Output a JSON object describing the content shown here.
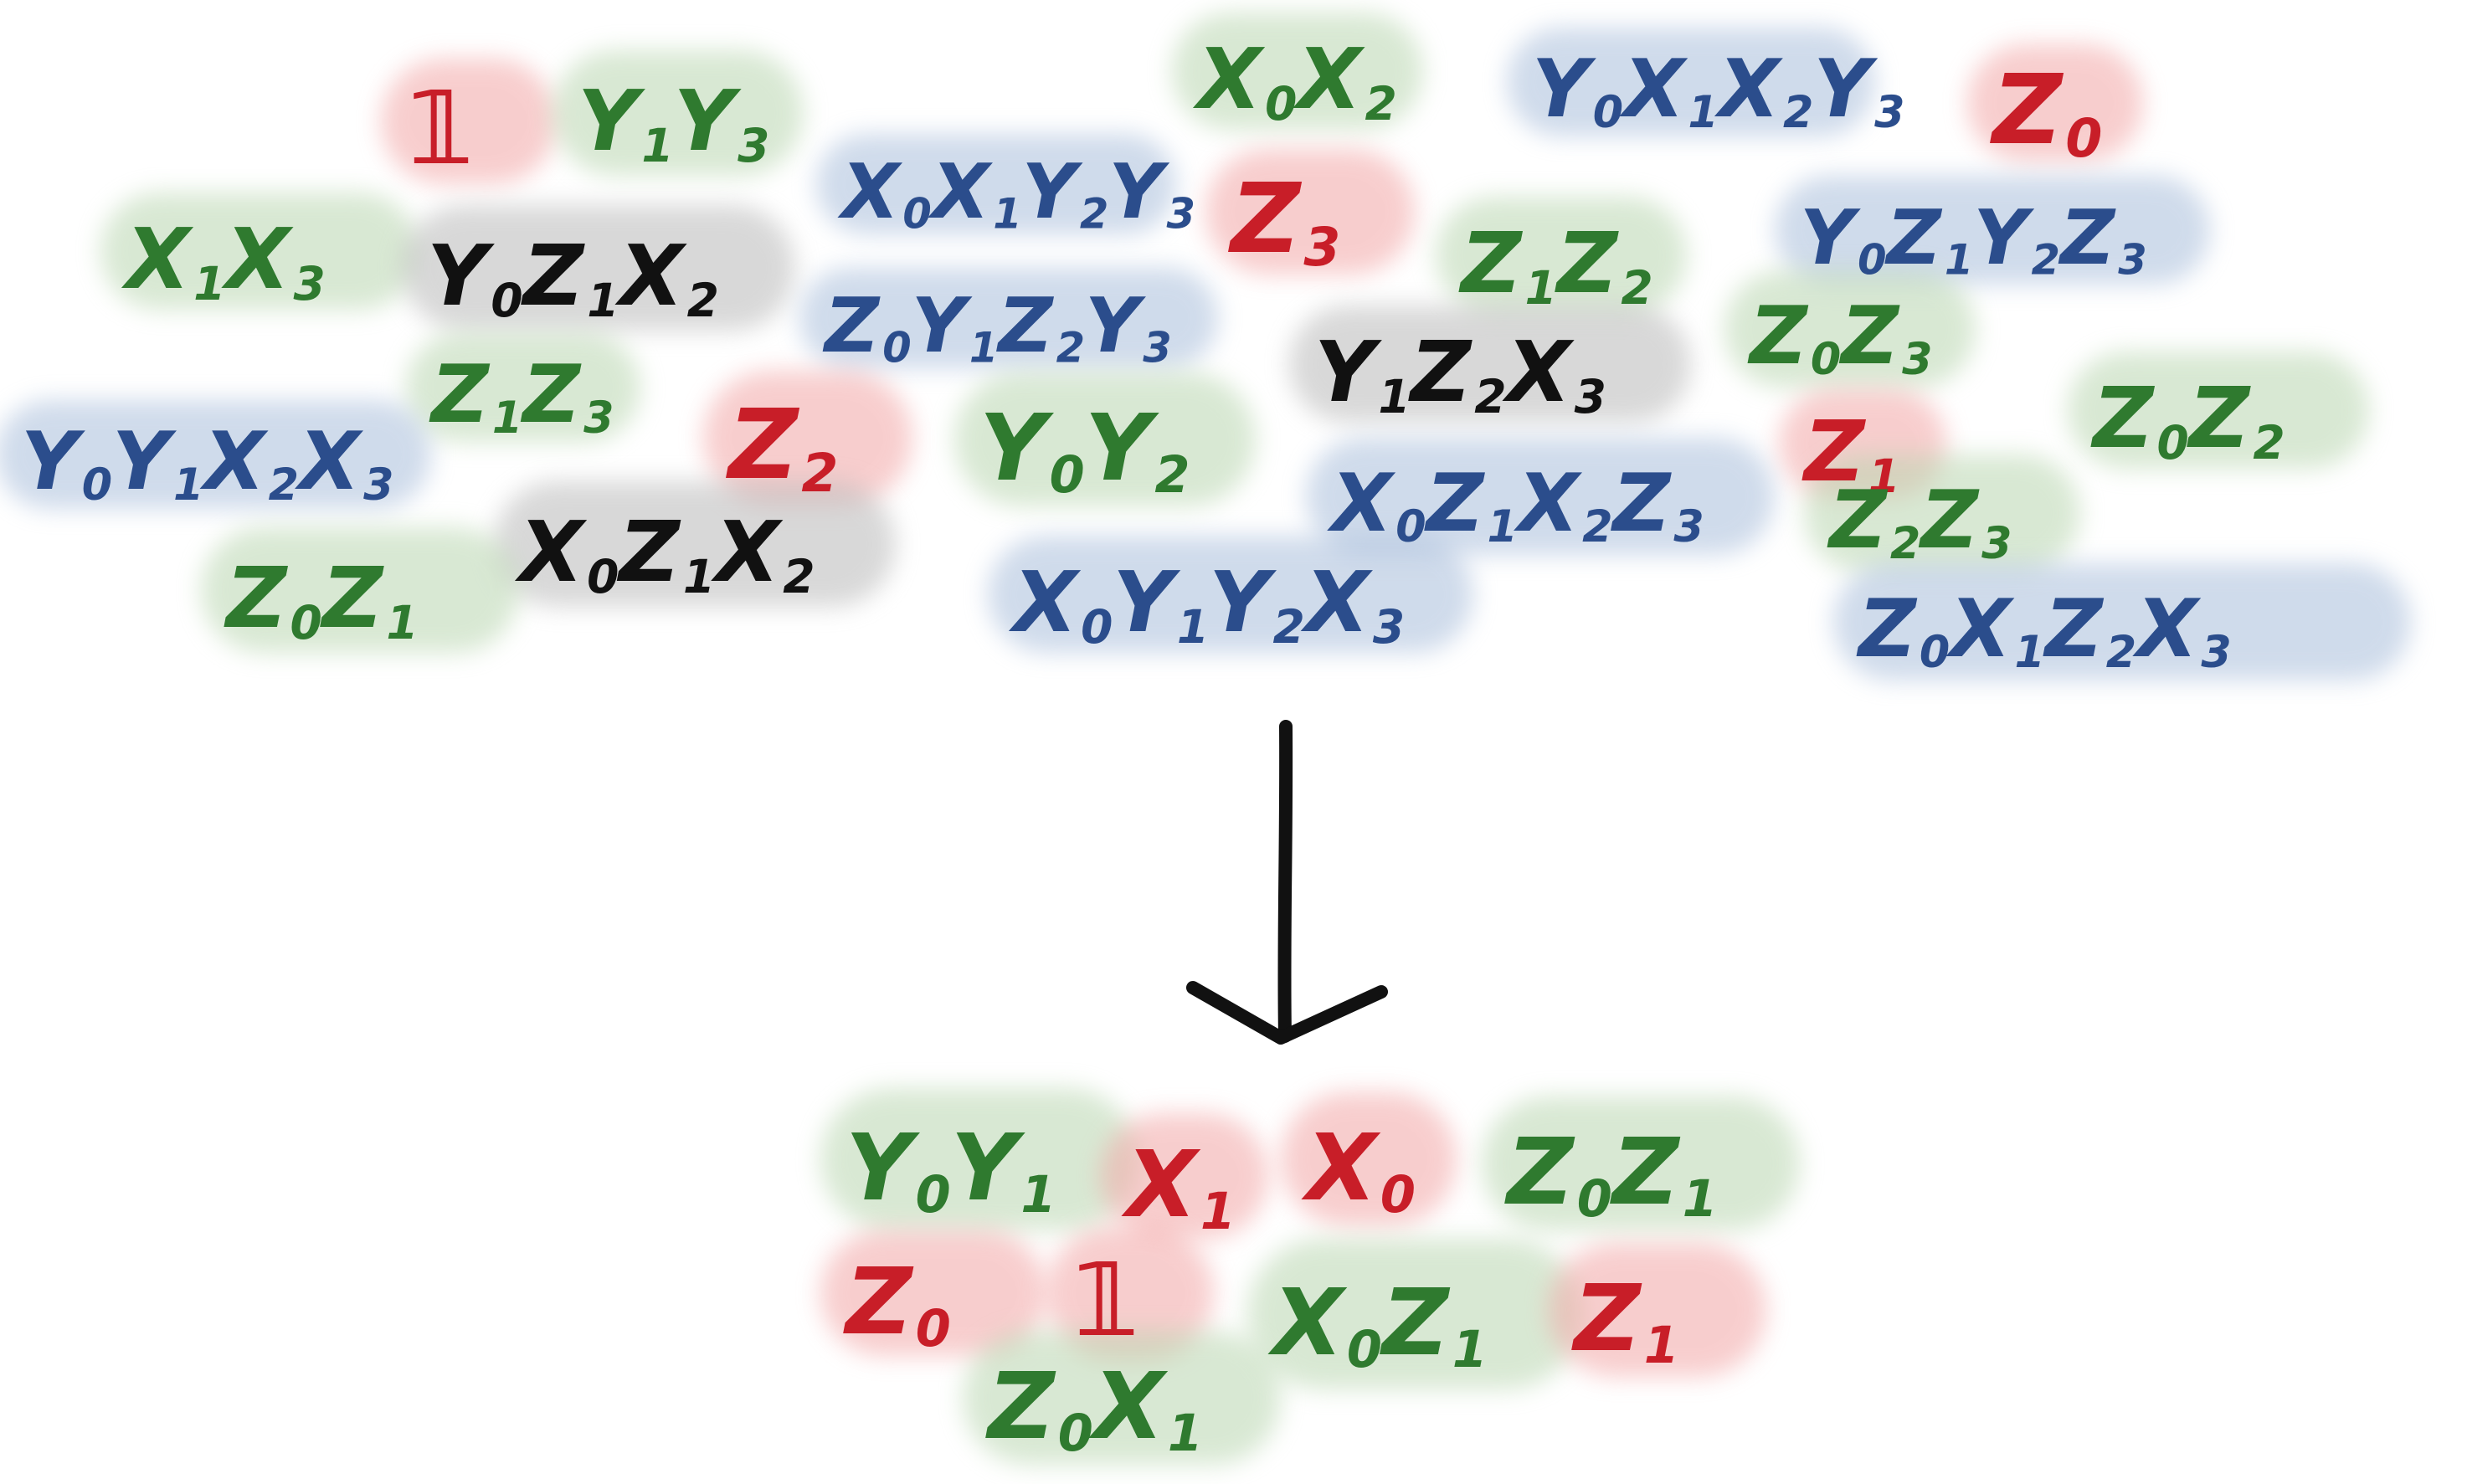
{
  "colors": {
    "red": "#c81e28",
    "green": "#2f7a2f",
    "blue": "#2b4d8c",
    "black": "#111111",
    "red_bg": "#f2a6a6",
    "green_bg": "#b9d6b0",
    "blue_bg": "#a9bedb",
    "black_bg": "#b9b9b9"
  },
  "input_terms": [
    {
      "id": "t-identity-top",
      "color": "red",
      "ops": [
        [
          "𝟙",
          ""
        ]
      ]
    },
    {
      "id": "t-y1y3",
      "color": "green",
      "ops": [
        [
          "Y",
          "1"
        ],
        [
          "Y",
          "3"
        ]
      ]
    },
    {
      "id": "t-x0x2",
      "color": "green",
      "ops": [
        [
          "X",
          "0"
        ],
        [
          "X",
          "2"
        ]
      ]
    },
    {
      "id": "t-y0x1x2y3",
      "color": "blue",
      "ops": [
        [
          "Y",
          "0"
        ],
        [
          "X",
          "1"
        ],
        [
          "X",
          "2"
        ],
        [
          "Y",
          "3"
        ]
      ]
    },
    {
      "id": "t-z0",
      "color": "red",
      "ops": [
        [
          "Z",
          "0"
        ]
      ]
    },
    {
      "id": "t-x0x1y2y3",
      "color": "blue",
      "ops": [
        [
          "X",
          "0"
        ],
        [
          "X",
          "1"
        ],
        [
          "Y",
          "2"
        ],
        [
          "Y",
          "3"
        ]
      ]
    },
    {
      "id": "t-z3",
      "color": "red",
      "ops": [
        [
          "Z",
          "3"
        ]
      ]
    },
    {
      "id": "t-z1z2",
      "color": "green",
      "ops": [
        [
          "Z",
          "1"
        ],
        [
          "Z",
          "2"
        ]
      ]
    },
    {
      "id": "t-y0z1y2z3",
      "color": "blue",
      "ops": [
        [
          "Y",
          "0"
        ],
        [
          "Z",
          "1"
        ],
        [
          "Y",
          "2"
        ],
        [
          "Z",
          "3"
        ]
      ]
    },
    {
      "id": "t-x1x3",
      "color": "green",
      "ops": [
        [
          "X",
          "1"
        ],
        [
          "X",
          "3"
        ]
      ]
    },
    {
      "id": "t-y0z1x2",
      "color": "black",
      "ops": [
        [
          "Y",
          "0"
        ],
        [
          "Z",
          "1"
        ],
        [
          "X",
          "2"
        ]
      ]
    },
    {
      "id": "t-z0y1z2y3",
      "color": "blue",
      "ops": [
        [
          "Z",
          "0"
        ],
        [
          "Y",
          "1"
        ],
        [
          "Z",
          "2"
        ],
        [
          "Y",
          "3"
        ]
      ]
    },
    {
      "id": "t-y1z2x3",
      "color": "black",
      "ops": [
        [
          "Y",
          "1"
        ],
        [
          "Z",
          "2"
        ],
        [
          "X",
          "3"
        ]
      ]
    },
    {
      "id": "t-z0z3",
      "color": "green",
      "ops": [
        [
          "Z",
          "0"
        ],
        [
          "Z",
          "3"
        ]
      ]
    },
    {
      "id": "t-z1z3",
      "color": "green",
      "ops": [
        [
          "Z",
          "1"
        ],
        [
          "Z",
          "3"
        ]
      ]
    },
    {
      "id": "t-z2",
      "color": "red",
      "ops": [
        [
          "Z",
          "2"
        ]
      ]
    },
    {
      "id": "t-y0y2",
      "color": "green",
      "ops": [
        [
          "Y",
          "0"
        ],
        [
          "Y",
          "2"
        ]
      ]
    },
    {
      "id": "t-z1",
      "color": "red",
      "ops": [
        [
          "Z",
          "1"
        ]
      ]
    },
    {
      "id": "t-z0z2",
      "color": "green",
      "ops": [
        [
          "Z",
          "0"
        ],
        [
          "Z",
          "2"
        ]
      ]
    },
    {
      "id": "t-y0y1x2x3",
      "color": "blue",
      "ops": [
        [
          "Y",
          "0"
        ],
        [
          "Y",
          "1"
        ],
        [
          "X",
          "2"
        ],
        [
          "X",
          "3"
        ]
      ]
    },
    {
      "id": "t-x0z1x2z3",
      "color": "blue",
      "ops": [
        [
          "X",
          "0"
        ],
        [
          "Z",
          "1"
        ],
        [
          "X",
          "2"
        ],
        [
          "Z",
          "3"
        ]
      ]
    },
    {
      "id": "t-z2z3",
      "color": "green",
      "ops": [
        [
          "Z",
          "2"
        ],
        [
          "Z",
          "3"
        ]
      ]
    },
    {
      "id": "t-x0z1x2",
      "color": "black",
      "ops": [
        [
          "X",
          "0"
        ],
        [
          "Z",
          "1"
        ],
        [
          "X",
          "2"
        ]
      ]
    },
    {
      "id": "t-z0z1",
      "color": "green",
      "ops": [
        [
          "Z",
          "0"
        ],
        [
          "Z",
          "1"
        ]
      ]
    },
    {
      "id": "t-x0y1y2x3",
      "color": "blue",
      "ops": [
        [
          "X",
          "0"
        ],
        [
          "Y",
          "1"
        ],
        [
          "Y",
          "2"
        ],
        [
          "X",
          "3"
        ]
      ]
    },
    {
      "id": "t-z0x1z2x3",
      "color": "blue",
      "ops": [
        [
          "Z",
          "0"
        ],
        [
          "X",
          "1"
        ],
        [
          "Z",
          "2"
        ],
        [
          "X",
          "3"
        ]
      ]
    }
  ],
  "output_terms": [
    {
      "id": "o-y0y1",
      "color": "green",
      "ops": [
        [
          "Y",
          "0"
        ],
        [
          "Y",
          "1"
        ]
      ]
    },
    {
      "id": "o-x1",
      "color": "red",
      "ops": [
        [
          "X",
          "1"
        ]
      ]
    },
    {
      "id": "o-x0",
      "color": "red",
      "ops": [
        [
          "X",
          "0"
        ]
      ]
    },
    {
      "id": "o-z0z1",
      "color": "green",
      "ops": [
        [
          "Z",
          "0"
        ],
        [
          "Z",
          "1"
        ]
      ]
    },
    {
      "id": "o-z0",
      "color": "red",
      "ops": [
        [
          "Z",
          "0"
        ]
      ]
    },
    {
      "id": "o-identity",
      "color": "red",
      "ops": [
        [
          "𝟙",
          ""
        ]
      ]
    },
    {
      "id": "o-x0z1",
      "color": "green",
      "ops": [
        [
          "X",
          "0"
        ],
        [
          "Z",
          "1"
        ]
      ]
    },
    {
      "id": "o-z1",
      "color": "red",
      "ops": [
        [
          "Z",
          "1"
        ]
      ]
    },
    {
      "id": "o-z0x1",
      "color": "green",
      "ops": [
        [
          "Z",
          "0"
        ],
        [
          "X",
          "1"
        ]
      ]
    }
  ]
}
